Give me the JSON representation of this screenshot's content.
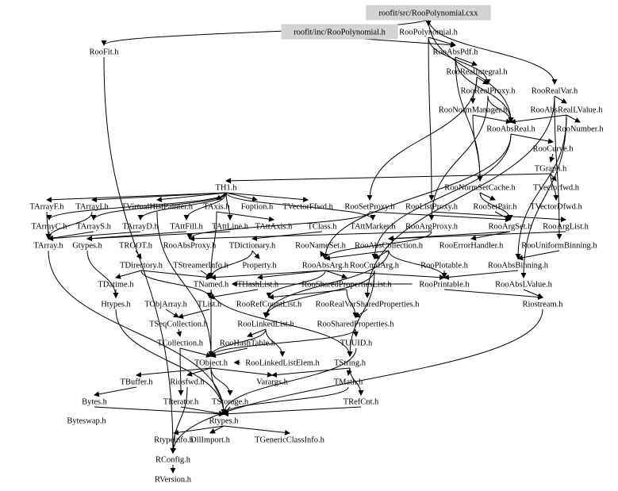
{
  "diagram": {
    "type": "include-dependency-graph",
    "colors": {
      "root_box": "#d3d3d3",
      "edge": "#000000",
      "text": "#000000"
    },
    "nodes": [
      {
        "label": "roofit/src/RooPolynomial.cxx",
        "highlighted": true
      },
      {
        "label": "roofit/inc/RooPolynomial.h",
        "highlighted": true
      },
      {
        "label": "RooPolynomial.h"
      },
      {
        "label": "RooFit.h"
      },
      {
        "label": "RooAbsPdf.h"
      },
      {
        "label": "RooRealIntegral.h"
      },
      {
        "label": "RooRealProxy.h"
      },
      {
        "label": "RooRealVar.h"
      },
      {
        "label": "RooNormManager.h"
      },
      {
        "label": "RooAbsRealLValue.h"
      },
      {
        "label": "RooAbsReal.h"
      },
      {
        "label": "RooNumber.h"
      },
      {
        "label": "RooCurve.h"
      },
      {
        "label": "TGraph.h"
      },
      {
        "label": "TH1.h"
      },
      {
        "label": "RooNormSetCache.h"
      },
      {
        "label": "TVectorfwd.h"
      },
      {
        "label": "TArrayF.h"
      },
      {
        "label": "TArrayI.h"
      },
      {
        "label": "TVirtualHistPainter.h"
      },
      {
        "label": "TAxis.h"
      },
      {
        "label": "Foption.h"
      },
      {
        "label": "TVectorFfwd.h"
      },
      {
        "label": "RooSetProxy.h"
      },
      {
        "label": "RooListProxy.h"
      },
      {
        "label": "RooSetPair.h"
      },
      {
        "label": "TVectorDfwd.h"
      },
      {
        "label": "TArrayC.h"
      },
      {
        "label": "TArrayS.h"
      },
      {
        "label": "TArrayD.h"
      },
      {
        "label": "TAttFill.h"
      },
      {
        "label": "TAttLine.h"
      },
      {
        "label": "TAttAxis.h"
      },
      {
        "label": "TClass.h"
      },
      {
        "label": "TAttMarker.h"
      },
      {
        "label": "RooArgProxy.h"
      },
      {
        "label": "RooArgSet.h"
      },
      {
        "label": "RooArgList.h"
      },
      {
        "label": "TArray.h"
      },
      {
        "label": "Gtypes.h"
      },
      {
        "label": "TROOT.h"
      },
      {
        "label": "RooAbsProxy.h"
      },
      {
        "label": "TDictionary.h"
      },
      {
        "label": "RooNameSet.h"
      },
      {
        "label": "RooAbsCollection.h"
      },
      {
        "label": "RooErrorHandler.h"
      },
      {
        "label": "RooUniformBinning.h"
      },
      {
        "label": "TDirectory.h"
      },
      {
        "label": "TStreamerInfo.h"
      },
      {
        "label": "Property.h"
      },
      {
        "label": "RooAbsArg.h"
      },
      {
        "label": "RooCmdArg.h"
      },
      {
        "label": "RooPlotable.h"
      },
      {
        "label": "RooAbsBinning.h"
      },
      {
        "label": "TDatime.h"
      },
      {
        "label": "TNamed.h"
      },
      {
        "label": "THashList.h"
      },
      {
        "label": "RooSharedPropertiesList.h"
      },
      {
        "label": "RooPrintable.h"
      },
      {
        "label": "RooAbsLValue.h"
      },
      {
        "label": "Htypes.h"
      },
      {
        "label": "TObjArray.h"
      },
      {
        "label": "TList.h"
      },
      {
        "label": "RooRefCountList.h"
      },
      {
        "label": "RooRealVarSharedProperties.h"
      },
      {
        "label": "Riostream.h"
      },
      {
        "label": "TSeqCollection.h"
      },
      {
        "label": "RooLinkedList.h"
      },
      {
        "label": "RooSharedProperties.h"
      },
      {
        "label": "TCollection.h"
      },
      {
        "label": "RooHashTable.h"
      },
      {
        "label": "TUUID.h"
      },
      {
        "label": "TObject.h"
      },
      {
        "label": "RooLinkedListElem.h"
      },
      {
        "label": "TString.h"
      },
      {
        "label": "TBuffer.h"
      },
      {
        "label": "Riosfwd.h"
      },
      {
        "label": "Varargs.h"
      },
      {
        "label": "TMath.h"
      },
      {
        "label": "Bytes.h"
      },
      {
        "label": "TIterator.h"
      },
      {
        "label": "TStorage.h"
      },
      {
        "label": "TRefCnt.h"
      },
      {
        "label": "Byteswap.h"
      },
      {
        "label": "Rtypes.h"
      },
      {
        "label": "Rtypeinfo.h"
      },
      {
        "label": "DllImport.h"
      },
      {
        "label": "TGenericClassInfo.h"
      },
      {
        "label": "RConfig.h"
      },
      {
        "label": "RVersion.h"
      }
    ],
    "edges": [
      [
        "roofit/src/RooPolynomial.cxx",
        "RooFit.h"
      ],
      [
        "roofit/src/RooPolynomial.cxx",
        "RooPolynomial.h"
      ],
      [
        "roofit/src/RooPolynomial.cxx",
        "RooRealVar.h"
      ],
      [
        "roofit/src/RooPolynomial.cxx",
        "RooAbsReal.h"
      ],
      [
        "roofit/inc/RooPolynomial.h",
        "RooAbsPdf.h"
      ],
      [
        "RooPolynomial.h",
        "RooAbsPdf.h"
      ],
      [
        "RooPolynomial.h",
        "RooRealProxy.h"
      ],
      [
        "RooPolynomial.h",
        "RooListProxy.h"
      ],
      [
        "RooAbsPdf.h",
        "RooRealIntegral.h"
      ],
      [
        "RooAbsPdf.h",
        "RooAbsReal.h"
      ],
      [
        "RooAbsPdf.h",
        "RooNormSetCache.h"
      ],
      [
        "RooRealIntegral.h",
        "RooRealProxy.h"
      ],
      [
        "RooRealIntegral.h",
        "RooSetProxy.h"
      ],
      [
        "RooRealIntegral.h",
        "RooNormManager.h"
      ],
      [
        "RooRealProxy.h",
        "RooAbsReal.h"
      ],
      [
        "RooRealProxy.h",
        "RooArgProxy.h"
      ],
      [
        "RooRealVar.h",
        "RooAbsRealLValue.h"
      ],
      [
        "RooRealVar.h",
        "RooRealVarSharedProperties.h"
      ],
      [
        "RooRealVar.h",
        "RooUniformBinning.h"
      ],
      [
        "RooAbsRealLValue.h",
        "RooAbsReal.h"
      ],
      [
        "RooAbsRealLValue.h",
        "RooNumber.h"
      ],
      [
        "RooAbsRealLValue.h",
        "RooAbsLValue.h"
      ],
      [
        "RooAbsRealLValue.h",
        "RooAbsBinning.h"
      ],
      [
        "RooNormManager.h",
        "RooNormSetCache.h"
      ],
      [
        "RooNormManager.h",
        "RooAbsReal.h"
      ],
      [
        "RooAbsReal.h",
        "RooCurve.h"
      ],
      [
        "RooAbsReal.h",
        "RooAbsArg.h"
      ],
      [
        "RooAbsReal.h",
        "RooCmdArg.h"
      ],
      [
        "RooCurve.h",
        "TGraph.h"
      ],
      [
        "TGraph.h",
        "TH1.h"
      ],
      [
        "TGraph.h",
        "TVectorfwd.h"
      ],
      [
        "TGraph.h",
        "TVectorDfwd.h"
      ],
      [
        "TH1.h",
        "TArrayF.h"
      ],
      [
        "TH1.h",
        "TArrayI.h"
      ],
      [
        "TH1.h",
        "TVirtualHistPainter.h"
      ],
      [
        "TH1.h",
        "TAxis.h"
      ],
      [
        "TH1.h",
        "Foption.h"
      ],
      [
        "TH1.h",
        "TVectorFfwd.h"
      ],
      [
        "TH1.h",
        "TArrayC.h"
      ],
      [
        "TH1.h",
        "TArrayS.h"
      ],
      [
        "TH1.h",
        "TArrayD.h"
      ],
      [
        "TH1.h",
        "TAttFill.h"
      ],
      [
        "TH1.h",
        "TAttLine.h"
      ],
      [
        "TH1.h",
        "TAttMarker.h"
      ],
      [
        "TAxis.h",
        "TAttAxis.h"
      ],
      [
        "TAxis.h",
        "TNamed.h"
      ],
      [
        "TArrayF.h",
        "TArray.h"
      ],
      [
        "TArrayI.h",
        "TArray.h"
      ],
      [
        "TArrayC.h",
        "TArray.h"
      ],
      [
        "TArrayS.h",
        "TArray.h"
      ],
      [
        "TArrayD.h",
        "TArray.h"
      ],
      [
        "RooNormSetCache.h",
        "RooSetPair.h"
      ],
      [
        "RooNormSetCache.h",
        "RooArgSet.h"
      ],
      [
        "RooSetPair.h",
        "RooArgSet.h"
      ],
      [
        "RooSetProxy.h",
        "RooArgSet.h"
      ],
      [
        "RooSetProxy.h",
        "RooAbsProxy.h"
      ],
      [
        "RooListProxy.h",
        "RooArgList.h"
      ],
      [
        "RooArgSet.h",
        "RooAbsCollection.h"
      ],
      [
        "RooArgSet.h",
        "RooErrorHandler.h"
      ],
      [
        "RooArgList.h",
        "RooAbsCollection.h"
      ],
      [
        "RooArgProxy.h",
        "RooAbsProxy.h"
      ],
      [
        "RooArgProxy.h",
        "RooAbsArg.h"
      ],
      [
        "RooAbsCollection.h",
        "RooAbsArg.h"
      ],
      [
        "RooAbsCollection.h",
        "RooPrintable.h"
      ],
      [
        "RooAbsCollection.h",
        "RooCmdArg.h"
      ],
      [
        "RooAbsCollection.h",
        "RooLinkedList.h"
      ],
      [
        "RooAbsArg.h",
        "TNamed.h"
      ],
      [
        "RooAbsArg.h",
        "THashList.h"
      ],
      [
        "RooAbsArg.h",
        "RooRefCountList.h"
      ],
      [
        "RooAbsArg.h",
        "RooPrintable.h"
      ],
      [
        "RooAbsArg.h",
        "RooNameSet.h"
      ],
      [
        "RooAbsArg.h",
        "RooSharedPropertiesList.h"
      ],
      [
        "RooCmdArg.h",
        "TString.h"
      ],
      [
        "RooCmdArg.h",
        "RooLinkedList.h"
      ],
      [
        "RooUniformBinning.h",
        "RooAbsBinning.h"
      ],
      [
        "RooAbsBinning.h",
        "RooPrintable.h"
      ],
      [
        "RooAbsLValue.h",
        "Riostream.h"
      ],
      [
        "RooPrintable.h",
        "Riostream.h"
      ],
      [
        "RooPrintable.h",
        "TNamed.h"
      ],
      [
        "RooPlotable.h",
        "RooPrintable.h"
      ],
      [
        "RooSharedPropertiesList.h",
        "RooRefCountList.h"
      ],
      [
        "RooSharedPropertiesList.h",
        "RooSharedProperties.h"
      ],
      [
        "RooRealVarSharedProperties.h",
        "RooSharedProperties.h"
      ],
      [
        "RooSharedProperties.h",
        "TUUID.h"
      ],
      [
        "RooSharedProperties.h",
        "TObject.h"
      ],
      [
        "TUUID.h",
        "Rtypes.h"
      ],
      [
        "TVirtualHistPainter.h",
        "TObject.h"
      ],
      [
        "TClass.h",
        "TDictionary.h"
      ],
      [
        "TDictionary.h",
        "TNamed.h"
      ],
      [
        "TDictionary.h",
        "Property.h"
      ],
      [
        "TROOT.h",
        "TDirectory.h"
      ],
      [
        "TDirectory.h",
        "TNamed.h"
      ],
      [
        "TDirectory.h",
        "TDatime.h"
      ],
      [
        "TDirectory.h",
        "TList.h"
      ],
      [
        "TStreamerInfo.h",
        "TNamed.h"
      ],
      [
        "THashList.h",
        "TList.h"
      ],
      [
        "TList.h",
        "TSeqCollection.h"
      ],
      [
        "TObjArray.h",
        "TSeqCollection.h"
      ],
      [
        "TSeqCollection.h",
        "TCollection.h"
      ],
      [
        "TCollection.h",
        "TObject.h"
      ],
      [
        "TCollection.h",
        "TIterator.h"
      ],
      [
        "TNamed.h",
        "TObject.h"
      ],
      [
        "TNamed.h",
        "TString.h"
      ],
      [
        "RooRefCountList.h",
        "RooLinkedList.h"
      ],
      [
        "RooLinkedList.h",
        "RooHashTable.h"
      ],
      [
        "RooLinkedList.h",
        "RooLinkedListElem.h"
      ],
      [
        "RooLinkedList.h",
        "TObject.h"
      ],
      [
        "RooHashTable.h",
        "TObject.h"
      ],
      [
        "RooLinkedListElem.h",
        "TObject.h"
      ],
      [
        "TObject.h",
        "Rtypes.h"
      ],
      [
        "TObject.h",
        "Riosfwd.h"
      ],
      [
        "TObject.h",
        "TStorage.h"
      ],
      [
        "TObject.h",
        "Varargs.h"
      ],
      [
        "TObject.h",
        "TBuffer.h"
      ],
      [
        "TString.h",
        "TMath.h"
      ],
      [
        "TString.h",
        "TRefCnt.h"
      ],
      [
        "TString.h",
        "Varargs.h"
      ],
      [
        "TMath.h",
        "Rtypes.h"
      ],
      [
        "TRefCnt.h",
        "Rtypes.h"
      ],
      [
        "TBuffer.h",
        "Bytes.h"
      ],
      [
        "Bytes.h",
        "Rtypes.h"
      ],
      [
        "TStorage.h",
        "Rtypes.h"
      ],
      [
        "TIterator.h",
        "Rtypes.h"
      ],
      [
        "Htypes.h",
        "Rtypes.h"
      ],
      [
        "Gtypes.h",
        "Htypes.h"
      ],
      [
        "TDatime.h",
        "Htypes.h"
      ],
      [
        "TArray.h",
        "Rtypes.h"
      ],
      [
        "TAttFill.h",
        "Gtypes.h"
      ],
      [
        "TAttLine.h",
        "Gtypes.h"
      ],
      [
        "Rtypes.h",
        "Rtypeinfo.h"
      ],
      [
        "Rtypes.h",
        "DllImport.h"
      ],
      [
        "Rtypes.h",
        "TGenericClassInfo.h"
      ],
      [
        "Rtypeinfo.h",
        "RConfig.h"
      ],
      [
        "RConfig.h",
        "RVersion.h"
      ],
      [
        "RooFit.h",
        "RConfig.h"
      ],
      [
        "Riostream.h",
        "RConfig.h"
      ],
      [
        "Riosfwd.h",
        "RConfig.h"
      ]
    ]
  }
}
